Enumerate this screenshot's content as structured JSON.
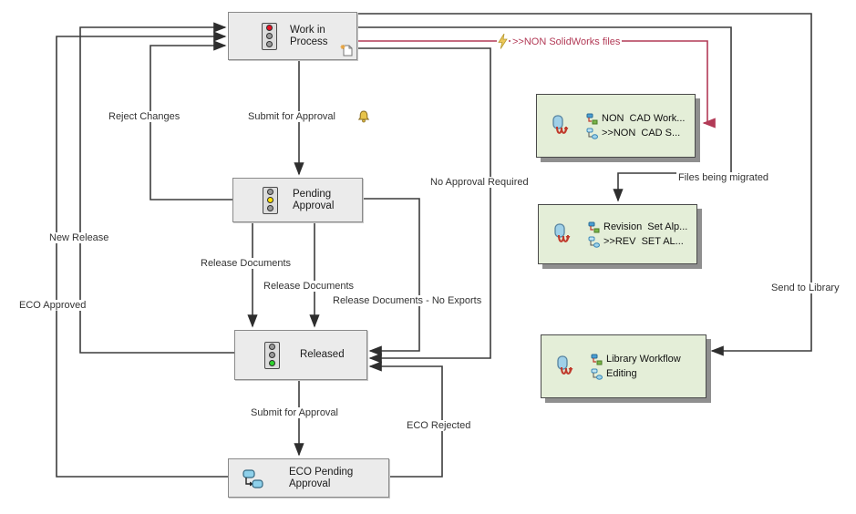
{
  "colors": {
    "line": "#3c3c3c",
    "red_transition": "#b23a56",
    "state_box_fill": "#ebebeb",
    "green_box_fill": "#e4eed8",
    "lightning_gold": "#e8c44a",
    "traffic_red": "#e81123",
    "traffic_yellow": "#ffe000",
    "traffic_green": "#2fd42f"
  },
  "states": {
    "wip": {
      "line1": "Work in",
      "line2": "Process"
    },
    "pending": {
      "line1": "Pending",
      "line2": "Approval"
    },
    "released": {
      "line1": "Released",
      "line2": ""
    },
    "eco": {
      "line1": "ECO Pending",
      "line2": "Approval"
    }
  },
  "green_boxes": {
    "non_cad": {
      "row1": "NON  CAD Work...",
      "row2": ">>NON  CAD S..."
    },
    "revision": {
      "row1": "Revision  Set Alp...",
      "row2": ">>REV  SET AL..."
    },
    "library": {
      "row1": "Library Workflow",
      "row2": "Editing"
    }
  },
  "transitions": {
    "submit_for_approval_1": "Submit for Approval",
    "reject_changes": "Reject Changes",
    "new_release": "New Release",
    "eco_approved": "ECO Approved",
    "release_documents_1": "Release Documents",
    "release_documents_2": "Release Documents",
    "release_documents_no_exports": "Release Documents - No Exports",
    "no_approval_required": "No Approval Required",
    "submit_for_approval_2": "Submit for Approval",
    "eco_rejected": "ECO Rejected",
    "send_to_library": "Send to Library",
    "files_being_migrated": "Files being migrated",
    "non_solidworks_files": ">>NON SolidWorks files"
  }
}
